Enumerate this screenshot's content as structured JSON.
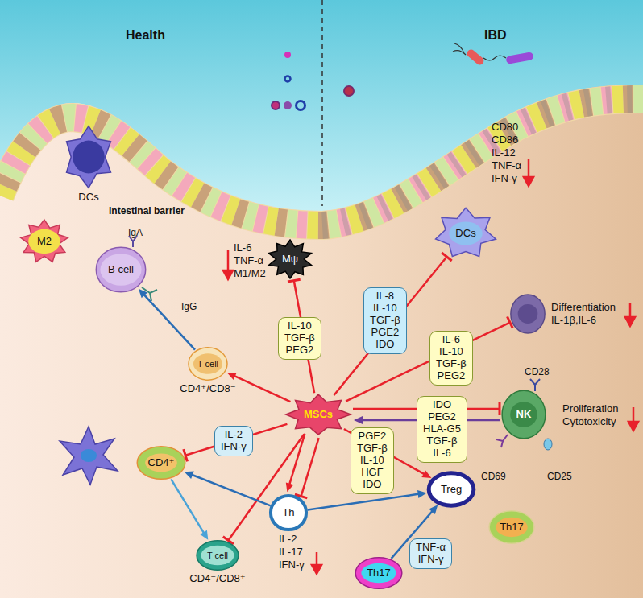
{
  "diagram": {
    "nodes": [
      {
        "text": [
          "DCs"
        ]
      },
      {
        "text": [
          "M2"
        ]
      },
      {
        "text": [
          "B cell"
        ]
      },
      {
        "text": [
          "Mψ"
        ]
      },
      {
        "text": [
          "IL-10 TGF-β PEG2"
        ]
      },
      {
        "text": [
          "DCs"
        ]
      },
      {
        "text": [
          "IL-8 IL-10 TGF-β PGE2 IDO"
        ]
      },
      {
        "text": [
          "Differentiation IL-1β,IL-6"
        ]
      },
      {
        "text": [
          "IL-6 IL-10 TGF-β PEG2"
        ]
      },
      {
        "text": [
          "T cell",
          "CD4⁺/CD8⁻"
        ]
      },
      {
        "text": [
          "MSCs"
        ]
      },
      {
        "text": [
          "IDO PEG2 HLA-G5 TGF-β IL-6"
        ]
      },
      {
        "text": [
          "NK"
        ]
      },
      {
        "text": [
          "IL-2 IFN-γ"
        ]
      },
      {
        "text": [
          "CD4⁺"
        ]
      },
      {
        "text": [
          "PGE2 TGF-β IL-10 HGF IDO"
        ]
      },
      {
        "text": [
          "Treg"
        ]
      },
      {
        "text": [
          "Th"
        ]
      },
      {
        "text": [
          "Th17"
        ]
      },
      {
        "text": [
          "T cell",
          "CD4⁻/CD8⁺"
        ]
      },
      {
        "text": [
          "TNF-α IFN-γ"
        ]
      },
      {
        "text": [
          "Th17"
        ]
      }
    ],
    "edges": [
      {
        "from": 10,
        "to": 3,
        "arrow": "to"
      },
      {
        "from": 10,
        "to": 5,
        "arrow": "to"
      },
      {
        "from": 10,
        "to": 7,
        "arrow": "to"
      },
      {
        "from": 10,
        "to": 12,
        "arrow": "to"
      },
      {
        "from": 12,
        "to": 10,
        "arrow": "to"
      },
      {
        "from": 10,
        "to": 9,
        "arrow": "to"
      },
      {
        "from": 9,
        "to": 2,
        "arrow": "to"
      },
      {
        "from": 10,
        "to": 14,
        "arrow": "to"
      },
      {
        "from": 10,
        "to": 19,
        "arrow": "to"
      },
      {
        "from": 10,
        "to": 17,
        "arrow": "to"
      },
      {
        "from": 10,
        "to": 17,
        "arrow": "to"
      },
      {
        "from": 17,
        "to": 14,
        "arrow": "to"
      },
      {
        "from": 14,
        "to": 19,
        "arrow": "to"
      },
      {
        "from": 17,
        "to": 16,
        "arrow": "to"
      },
      {
        "from": 21,
        "to": 16,
        "arrow": "to"
      },
      {
        "from": 10,
        "to": 16,
        "arrow": "to"
      }
    ],
    "labels": [
      "Health",
      "IBD",
      "Intestinal barrier",
      "IgA",
      "IgG",
      "IL-6 TNF-α M1/M2",
      "CD80 CD86 IL-12 TNF-α IFN-γ",
      "CD28",
      "Proliferation Cytotoxicity",
      "CD69",
      "CD25",
      "IL-2 IL-17 IFN-γ"
    ]
  }
}
